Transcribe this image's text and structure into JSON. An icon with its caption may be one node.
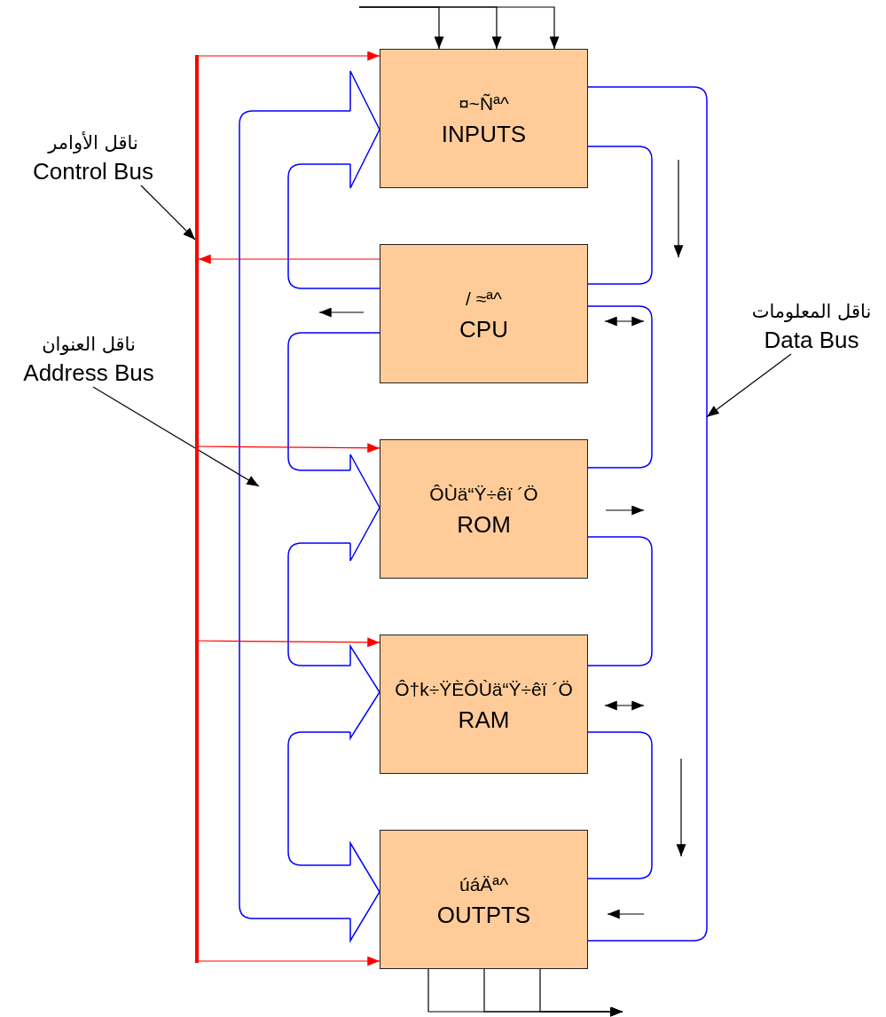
{
  "diagram": {
    "nodes": [
      {
        "text": [
          "¤~Ñª^",
          "INPUTS"
        ]
      },
      {
        "text": [
          "/ ≈ª^",
          "CPU"
        ]
      },
      {
        "text": [
          "ÔÙä“Ÿ÷êï ´Ö",
          "ROM"
        ]
      },
      {
        "text": [
          "Ô†k÷ŸÈÔÙä“Ÿ÷êï ´Ö",
          "RAM"
        ]
      },
      {
        "text": [
          "úáÄª^",
          "OUTPTS"
        ]
      },
      {
        "text": [],
        "shape": "bar"
      },
      {
        "text": [],
        "shape": "bar"
      },
      {
        "text": [
          "ناقل الأوامر",
          "Control Bus"
        ]
      },
      {
        "text": [
          "ناقل العنوان",
          "Address Bus"
        ]
      },
      {
        "text": [
          "ناقل المعلومات",
          "Data Bus"
        ]
      }
    ],
    "edges": [
      {
        "from": null,
        "to": 0,
        "arrow": "to"
      },
      {
        "from": null,
        "to": 0,
        "arrow": "to"
      },
      {
        "from": null,
        "to": 0,
        "arrow": "to"
      },
      {
        "from": 4,
        "to": null,
        "arrow": "to"
      },
      {
        "from": 4,
        "to": null,
        "arrow": "to"
      },
      {
        "from": 4,
        "to": null,
        "arrow": "to"
      },
      {
        "from": 5,
        "to": 0,
        "arrow": "to",
        "color": "#ff0000"
      },
      {
        "from": 1,
        "to": 5,
        "arrow": "to",
        "color": "#ff0000"
      },
      {
        "from": 5,
        "to": 2,
        "arrow": "to",
        "color": "#ff0000"
      },
      {
        "from": 5,
        "to": 3,
        "arrow": "to",
        "color": "#ff0000"
      },
      {
        "from": 5,
        "to": 4,
        "arrow": "to",
        "color": "#ff0000"
      },
      {
        "from": 7,
        "to": 5,
        "arrow": "to"
      },
      {
        "from": 8,
        "to": null,
        "arrow": "to"
      },
      {
        "from": 9,
        "to": 6,
        "arrow": "to"
      }
    ]
  }
}
